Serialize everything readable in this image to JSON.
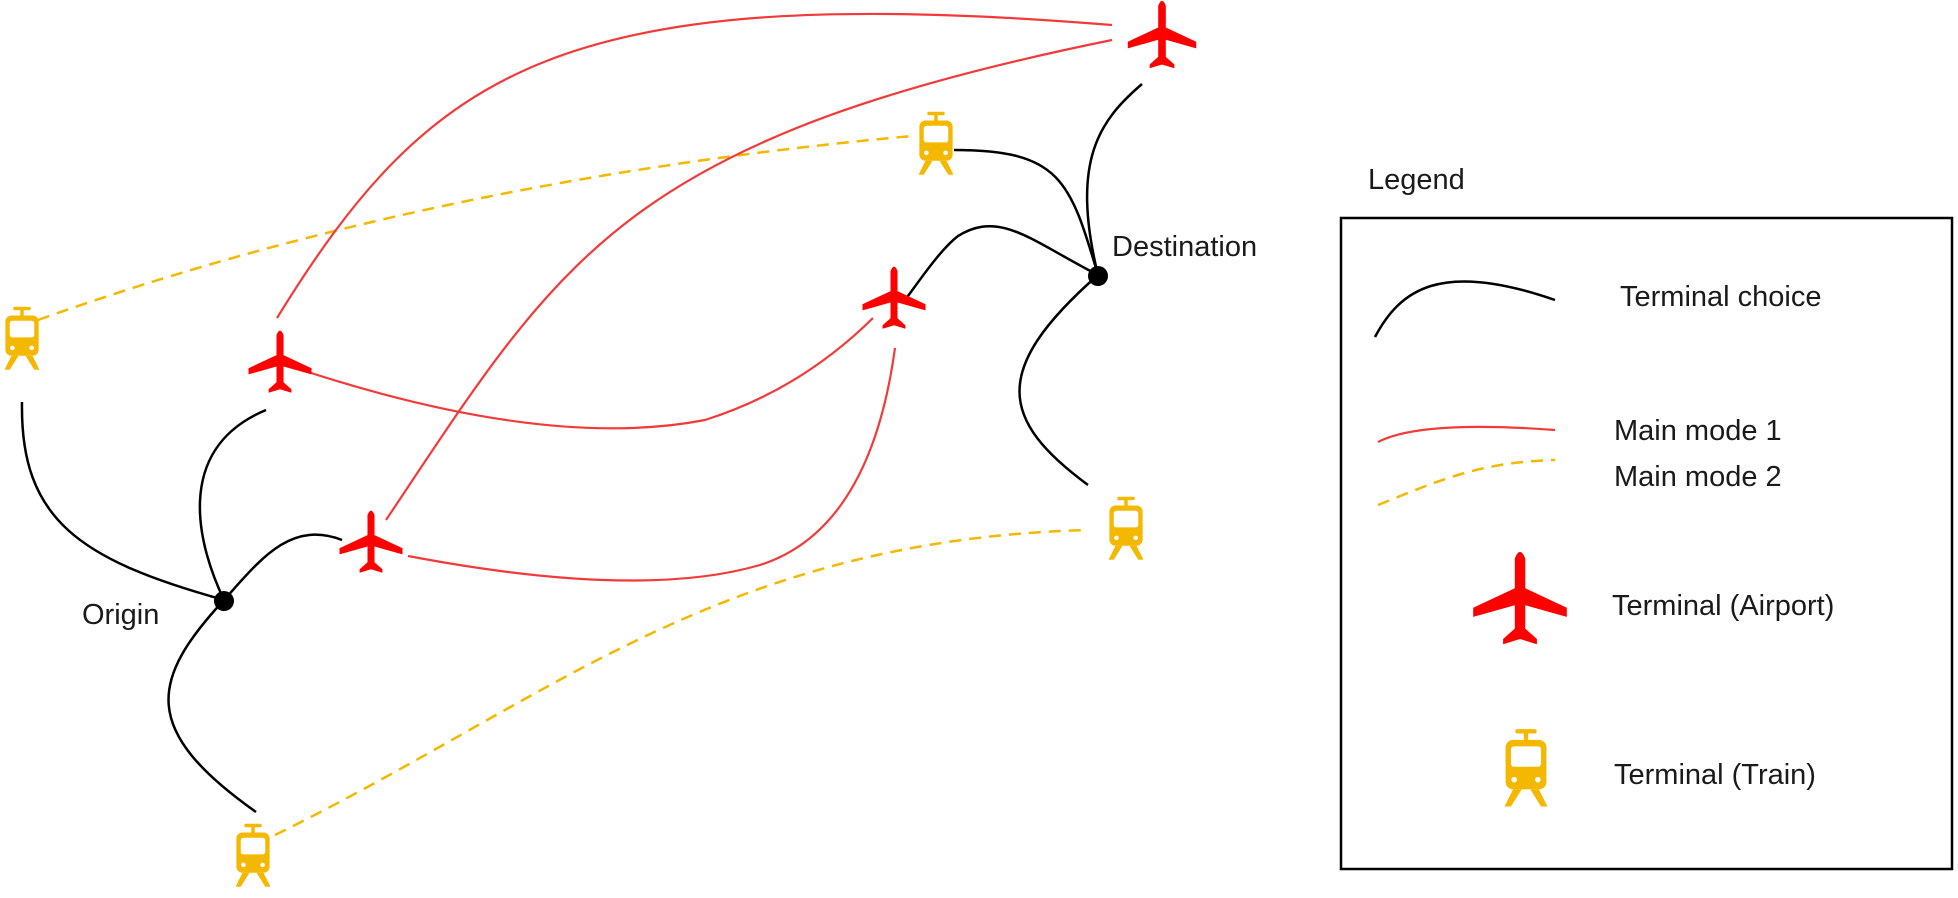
{
  "nodes": {
    "origin_label": "Origin",
    "destination_label": "Destination"
  },
  "legend": {
    "title": "Legend",
    "terminal_choice": "Terminal choice",
    "main_mode_1": "Main mode 1",
    "main_mode_2": "Main mode 2",
    "terminal_airport": "Terminal (Airport)",
    "terminal_train": "Terminal (Train)"
  },
  "colors": {
    "terminal_choice": "#000000",
    "main_mode_1": "#f23a3a",
    "main_mode_2": "#f5b800",
    "airport_icon": "#ff0000",
    "train_icon": "#f5b800"
  },
  "icons": {
    "airport": "airplane-icon",
    "train": "train-icon"
  }
}
